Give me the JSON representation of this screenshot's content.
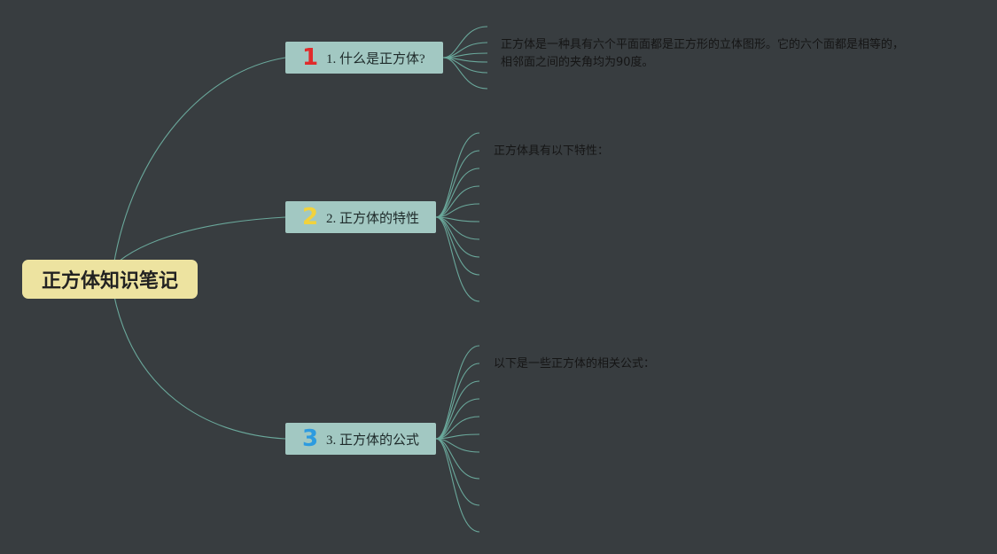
{
  "root": {
    "title": "正方体知识笔记"
  },
  "branches": [
    {
      "number": "1",
      "label": "1. 什么是正方体?",
      "badge_color": "#e02b2b",
      "note_lines": [
        "正方体是一种具有六个平面面都是正方形的立体图形。它的六个面都是相等的，",
        "相邻面之间的夹角均为90度。"
      ]
    },
    {
      "number": "2",
      "label": "2. 正方体的特性",
      "badge_color": "#f2d23c",
      "note_lines": [
        "正方体具有以下特性："
      ]
    },
    {
      "number": "3",
      "label": "3. 正方体的公式",
      "badge_color": "#2d9be0",
      "note_lines": [
        "以下是一些正方体的相关公式："
      ]
    }
  ],
  "colors": {
    "background": "#383d40",
    "connector": "#6aa89b",
    "root_fill": "#ede3a0",
    "branch_fill": "#a2c8c2"
  }
}
